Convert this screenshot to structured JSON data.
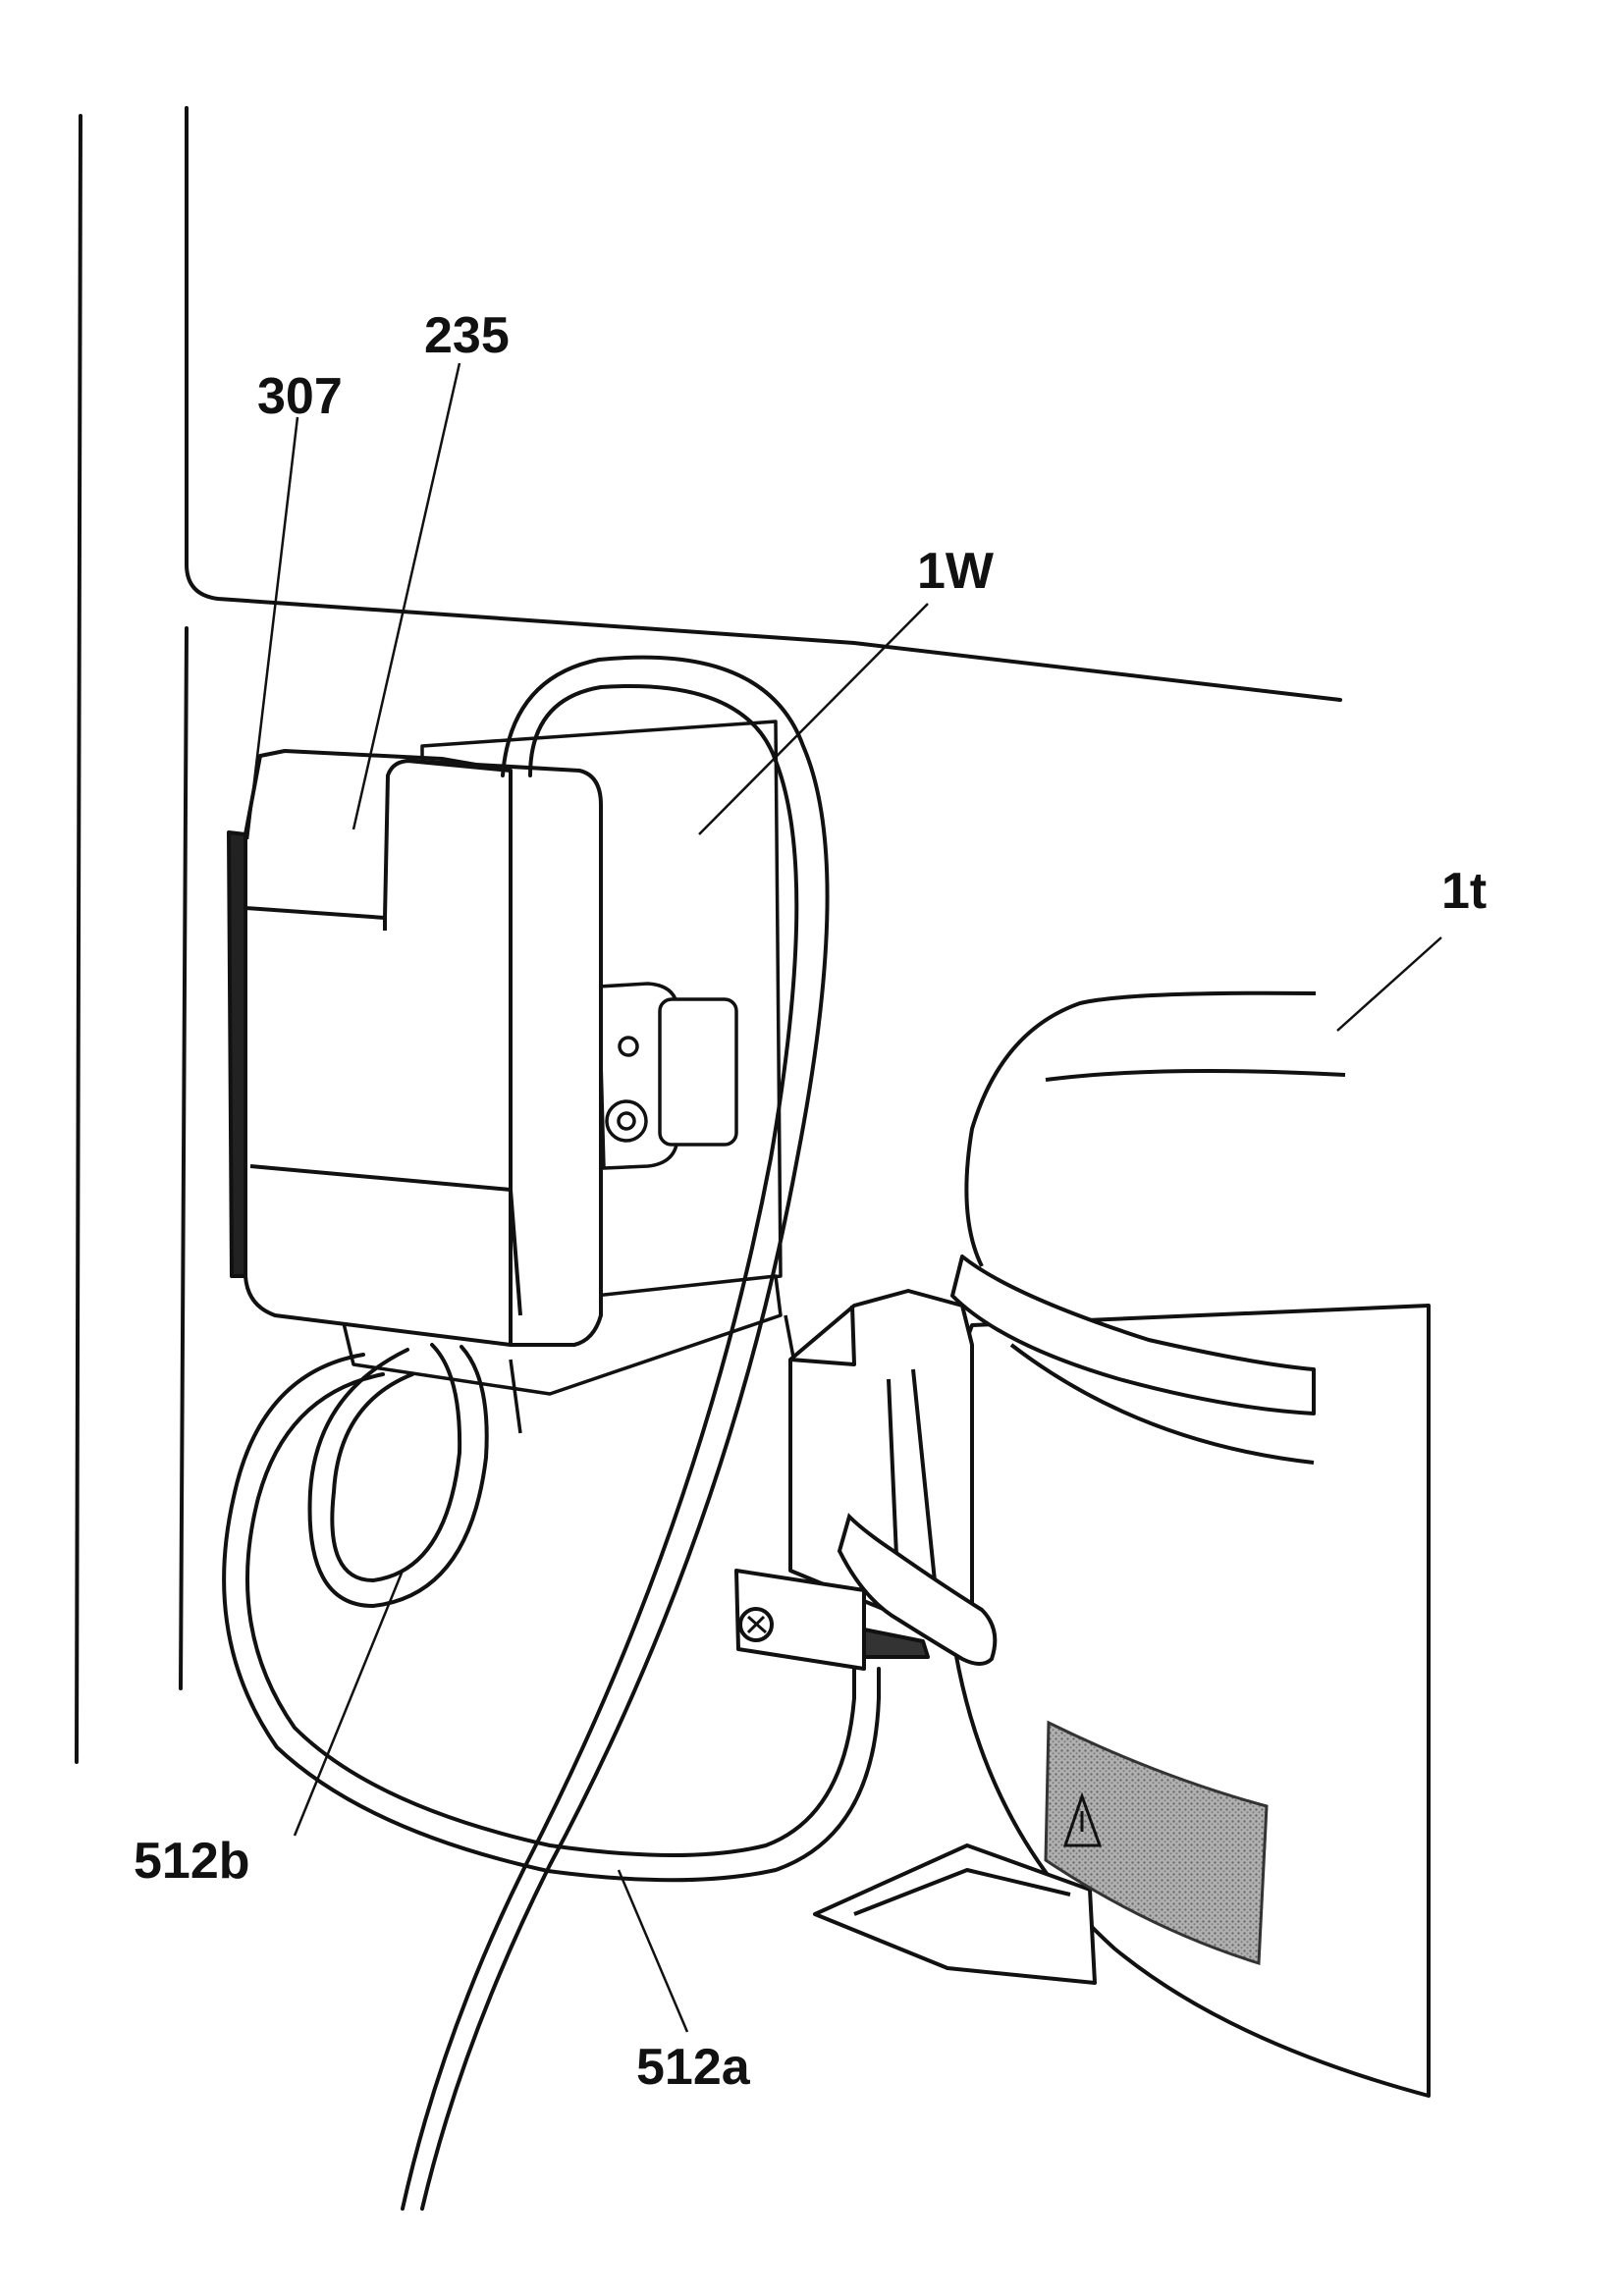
{
  "figure": {
    "reference_labels": {
      "label_307": "307",
      "label_235": "235",
      "label_1w": "1W",
      "label_1t": "1t",
      "label_512b": "512b",
      "label_512a": "512a"
    },
    "warning_symbol": "warning-triangle-icon",
    "colors": {
      "ink": "#111111",
      "paper": "#ffffff",
      "label_patch": "#9a9a9a"
    }
  }
}
